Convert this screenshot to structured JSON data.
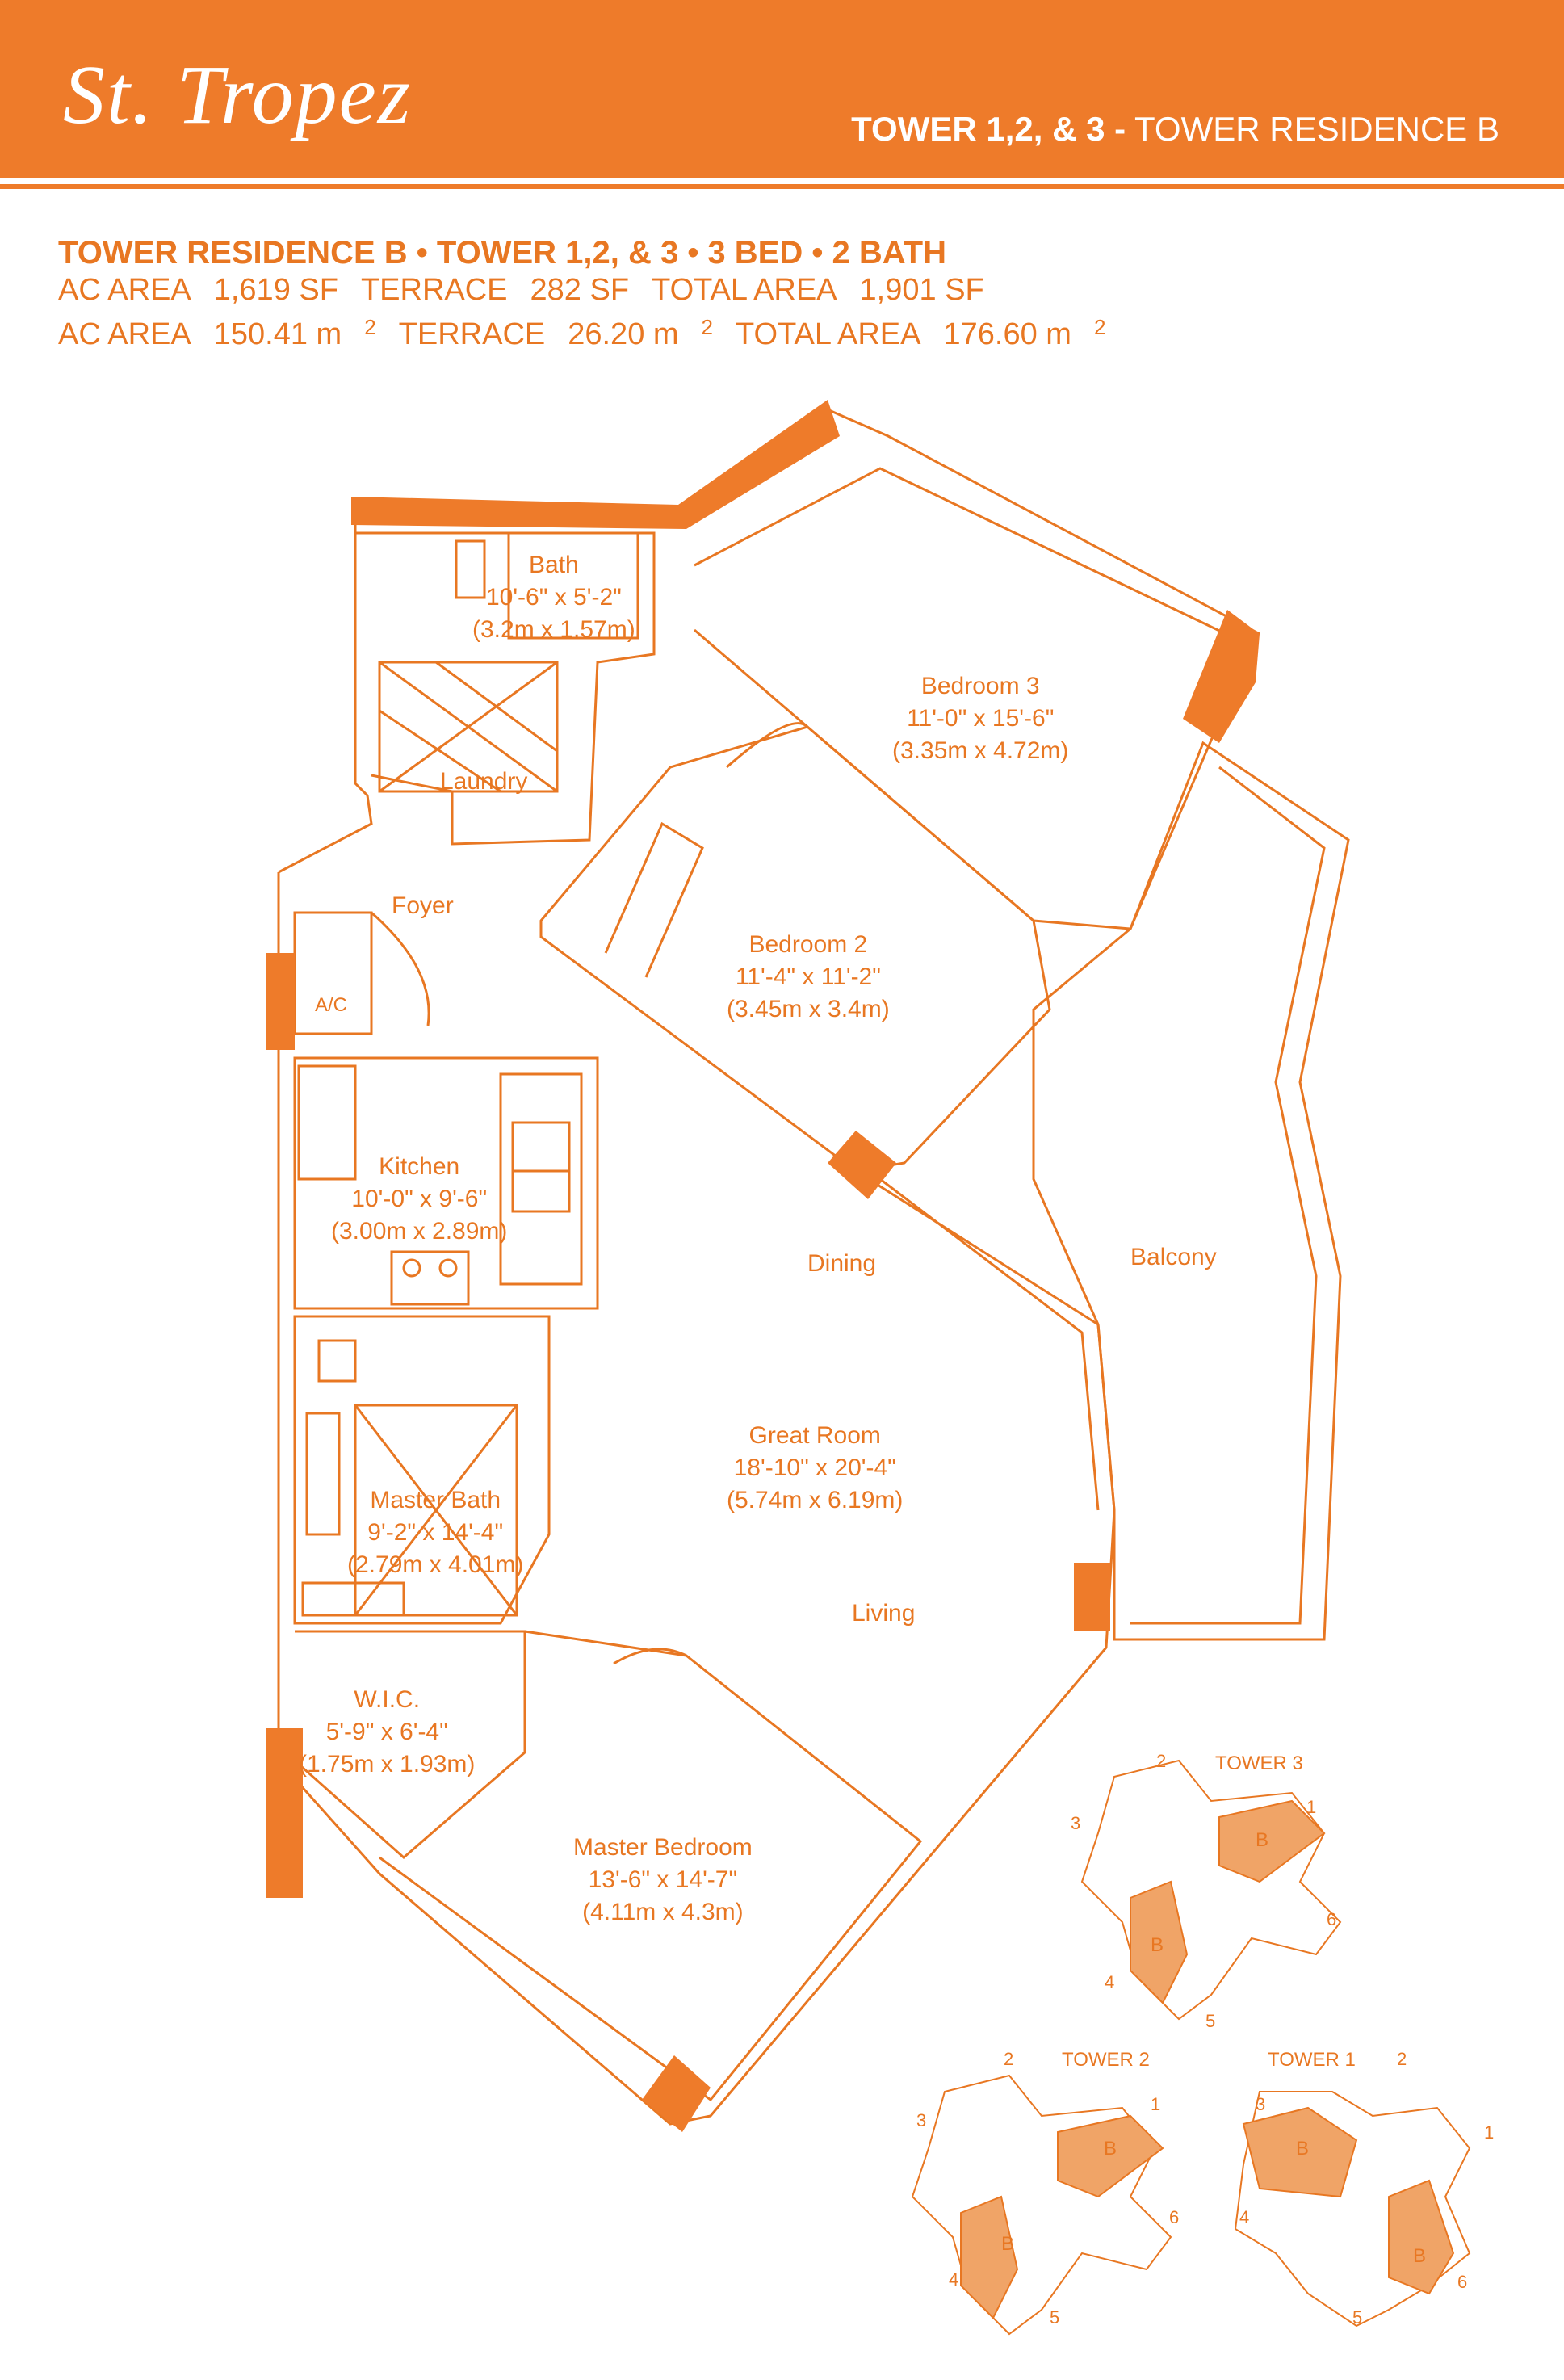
{
  "brand": "St. Tropez",
  "header": {
    "bold": "TOWER 1,2, & 3 -",
    "rest": " TOWER RESIDENCE B"
  },
  "spec": {
    "title": "TOWER RESIDENCE B • TOWER 1,2, & 3 • 3 BED • 2 BATH",
    "row1": {
      "ac_label": "AC AREA",
      "ac_value": "1,619 SF",
      "terrace_label": "TERRACE",
      "terrace_value": "282 SF",
      "total_label": "TOTAL AREA",
      "total_value": "1,901 SF"
    },
    "row2": {
      "ac_label": "AC AREA",
      "ac_value": "150.41 m",
      "terrace_label": "TERRACE",
      "terrace_value": "26.20 m",
      "total_label": "TOTAL AREA",
      "total_value": "176.60 m",
      "unit_sup": "2"
    }
  },
  "rooms": {
    "bath": {
      "name": "Bath",
      "dims": "10'-6\" x 5'-2\"",
      "metric": "(3.2m x 1.57m)"
    },
    "bedroom3": {
      "name": "Bedroom 3",
      "dims": "11'-0\" x 15'-6\"",
      "metric": "(3.35m x 4.72m)"
    },
    "laundry": {
      "name": "Laundry"
    },
    "foyer": {
      "name": "Foyer"
    },
    "ac": {
      "name": "A/C"
    },
    "bedroom2": {
      "name": "Bedroom 2",
      "dims": "11'-4\" x 11'-2\"",
      "metric": "(3.45m x 3.4m)"
    },
    "kitchen": {
      "name": "Kitchen",
      "dims": "10'-0\" x 9'-6\"",
      "metric": "(3.00m x 2.89m)"
    },
    "dining": {
      "name": "Dining"
    },
    "balcony": {
      "name": "Balcony"
    },
    "great_room": {
      "name": "Great Room",
      "dims": "18'-10\" x 20'-4\"",
      "metric": "(5.74m x 6.19m)"
    },
    "master_bath": {
      "name": "Master Bath",
      "dims": "9'-2\" x 14'-4\"",
      "metric": "(2.79m x 4.01m)"
    },
    "living": {
      "name": "Living"
    },
    "wic": {
      "name": "W.I.C.",
      "dims": "5'-9\" x 6'-4\"",
      "metric": "(1.75m x 1.93m)"
    },
    "master_bedroom": {
      "name": "Master Bedroom",
      "dims": "13'-6\" x 14'-7\"",
      "metric": "(4.11m x 4.3m)"
    }
  },
  "key_plans": {
    "tower3": {
      "label": "TOWER 3",
      "nums": [
        "1",
        "2",
        "3",
        "4",
        "5",
        "6"
      ],
      "unit": "B"
    },
    "tower2": {
      "label": "TOWER 2",
      "nums": [
        "1",
        "2",
        "3",
        "4",
        "5",
        "6"
      ],
      "unit": "B"
    },
    "tower1": {
      "label": "TOWER 1",
      "nums": [
        "1",
        "2",
        "3",
        "4",
        "5",
        "6"
      ],
      "unit": "B"
    }
  },
  "colors": {
    "accent": "#EE7B2A",
    "line": "#E87722",
    "unit_fill": "#F0A467"
  }
}
